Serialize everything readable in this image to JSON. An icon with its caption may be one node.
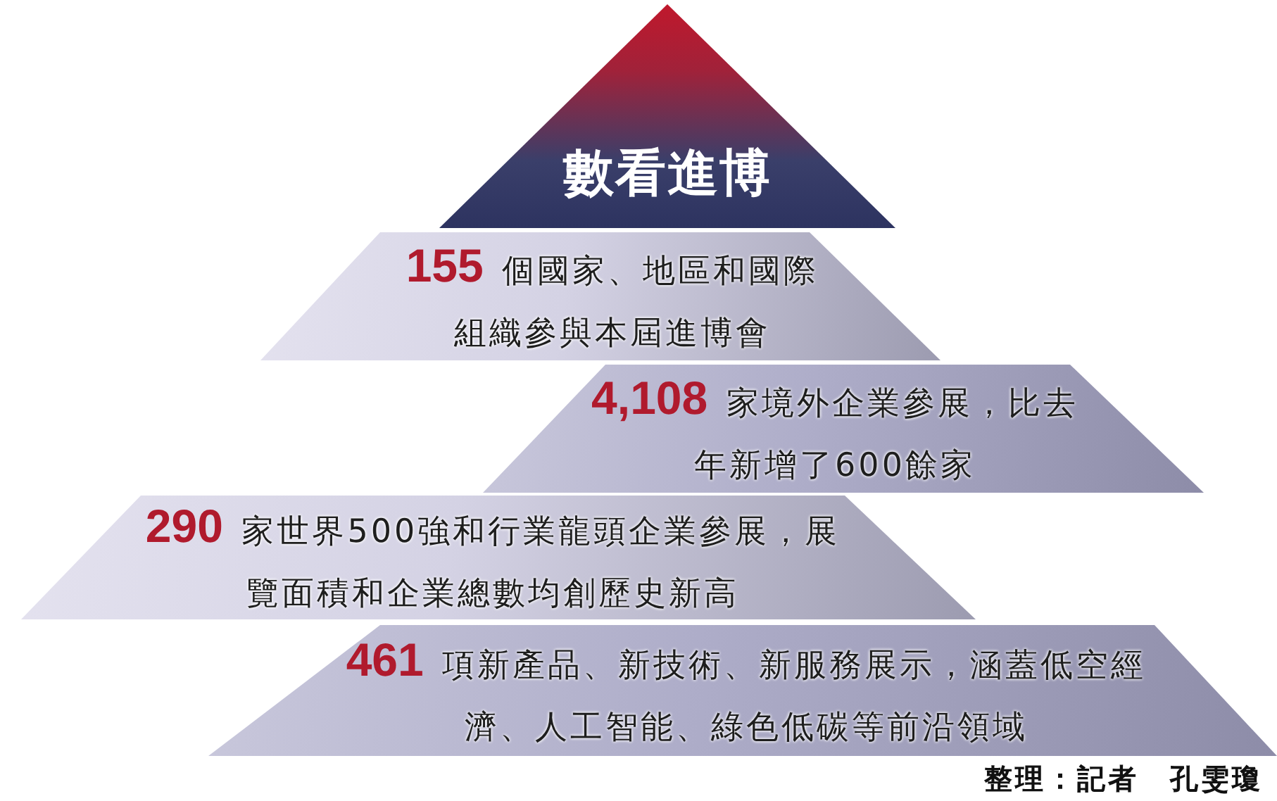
{
  "diagram": {
    "nodes": [
      {
        "text": [
          "數看進博"
        ]
      },
      {
        "text": [
          "**155** 個國家、地區和國際組織參與本屆進博會"
        ]
      },
      {
        "text": [
          "**4,108** 家境外企業參展，比去年新增了600餘家"
        ]
      },
      {
        "text": [
          "**290** 家世界500強和行業龍頭企業參展，展覽面積和企業總數均創歷史新高"
        ]
      },
      {
        "text": [
          "**461** 項新產品、新技術、新服務展示，涵蓋低空經濟、人工智能、綠色低碳等前沿領域"
        ]
      }
    ],
    "labels": [
      "整理：記者　孔雯瓊"
    ]
  }
}
